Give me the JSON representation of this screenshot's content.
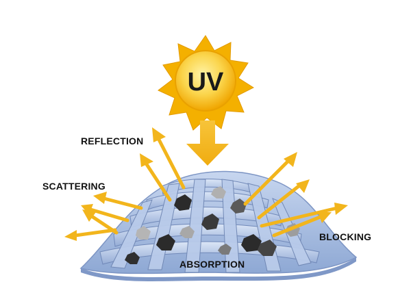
{
  "diagram": {
    "sun_label": "UV",
    "labels": {
      "reflection": "REFLECTION",
      "scattering": "SCATTERING",
      "blocking": "BLOCKING",
      "absorption": "ABSORPTION"
    },
    "colors": {
      "ray": "#f2b51c",
      "sun_outer": "#f6b400",
      "sun_inner": "#fbd54c",
      "fabric": "#a9bfe3",
      "fabric_dark": "#6f86b3",
      "particle_dark": "#2b2b2b",
      "particle_light": "#a8a8a8"
    }
  }
}
